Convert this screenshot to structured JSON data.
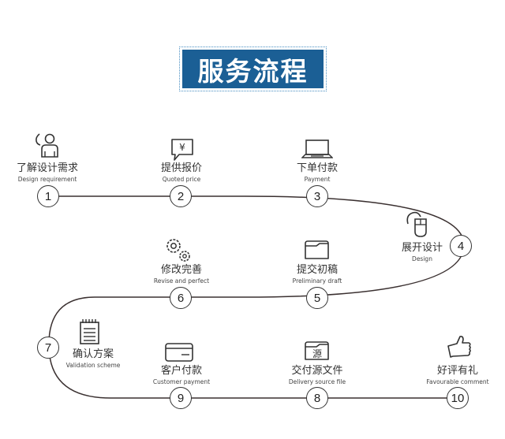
{
  "title": "服务流程",
  "steps": [
    {
      "num": "1",
      "zh": "了解设计需求",
      "en": "Design requirement",
      "icon": "person-phone-icon"
    },
    {
      "num": "2",
      "zh": "提供报价",
      "en": "Quoted price",
      "icon": "yen-chat-icon"
    },
    {
      "num": "3",
      "zh": "下单付款",
      "en": "Payment",
      "icon": "laptop-icon"
    },
    {
      "num": "4",
      "zh": "展开设计",
      "en": "Design",
      "icon": "mouse-icon"
    },
    {
      "num": "5",
      "zh": "提交初稿",
      "en": "Preliminary draft",
      "icon": "folder-icon"
    },
    {
      "num": "6",
      "zh": "修改完善",
      "en": "Revise and perfect",
      "icon": "gears-icon"
    },
    {
      "num": "7",
      "zh": "确认方案",
      "en": "Validation scheme",
      "icon": "notepad-icon"
    },
    {
      "num": "8",
      "zh": "交付源文件",
      "en": "Delivery source file",
      "icon": "source-folder-icon",
      "icon_text": "源"
    },
    {
      "num": "9",
      "zh": "客户付款",
      "en": "Customer payment",
      "icon": "credit-card-icon"
    },
    {
      "num": "10",
      "zh": "好评有礼",
      "en": "Favourable comment",
      "icon": "thumbs-up-icon"
    }
  ],
  "colors": {
    "title_bg": "#1b5f95",
    "title_border": "#4a8fc2",
    "line": "#3a3030"
  }
}
